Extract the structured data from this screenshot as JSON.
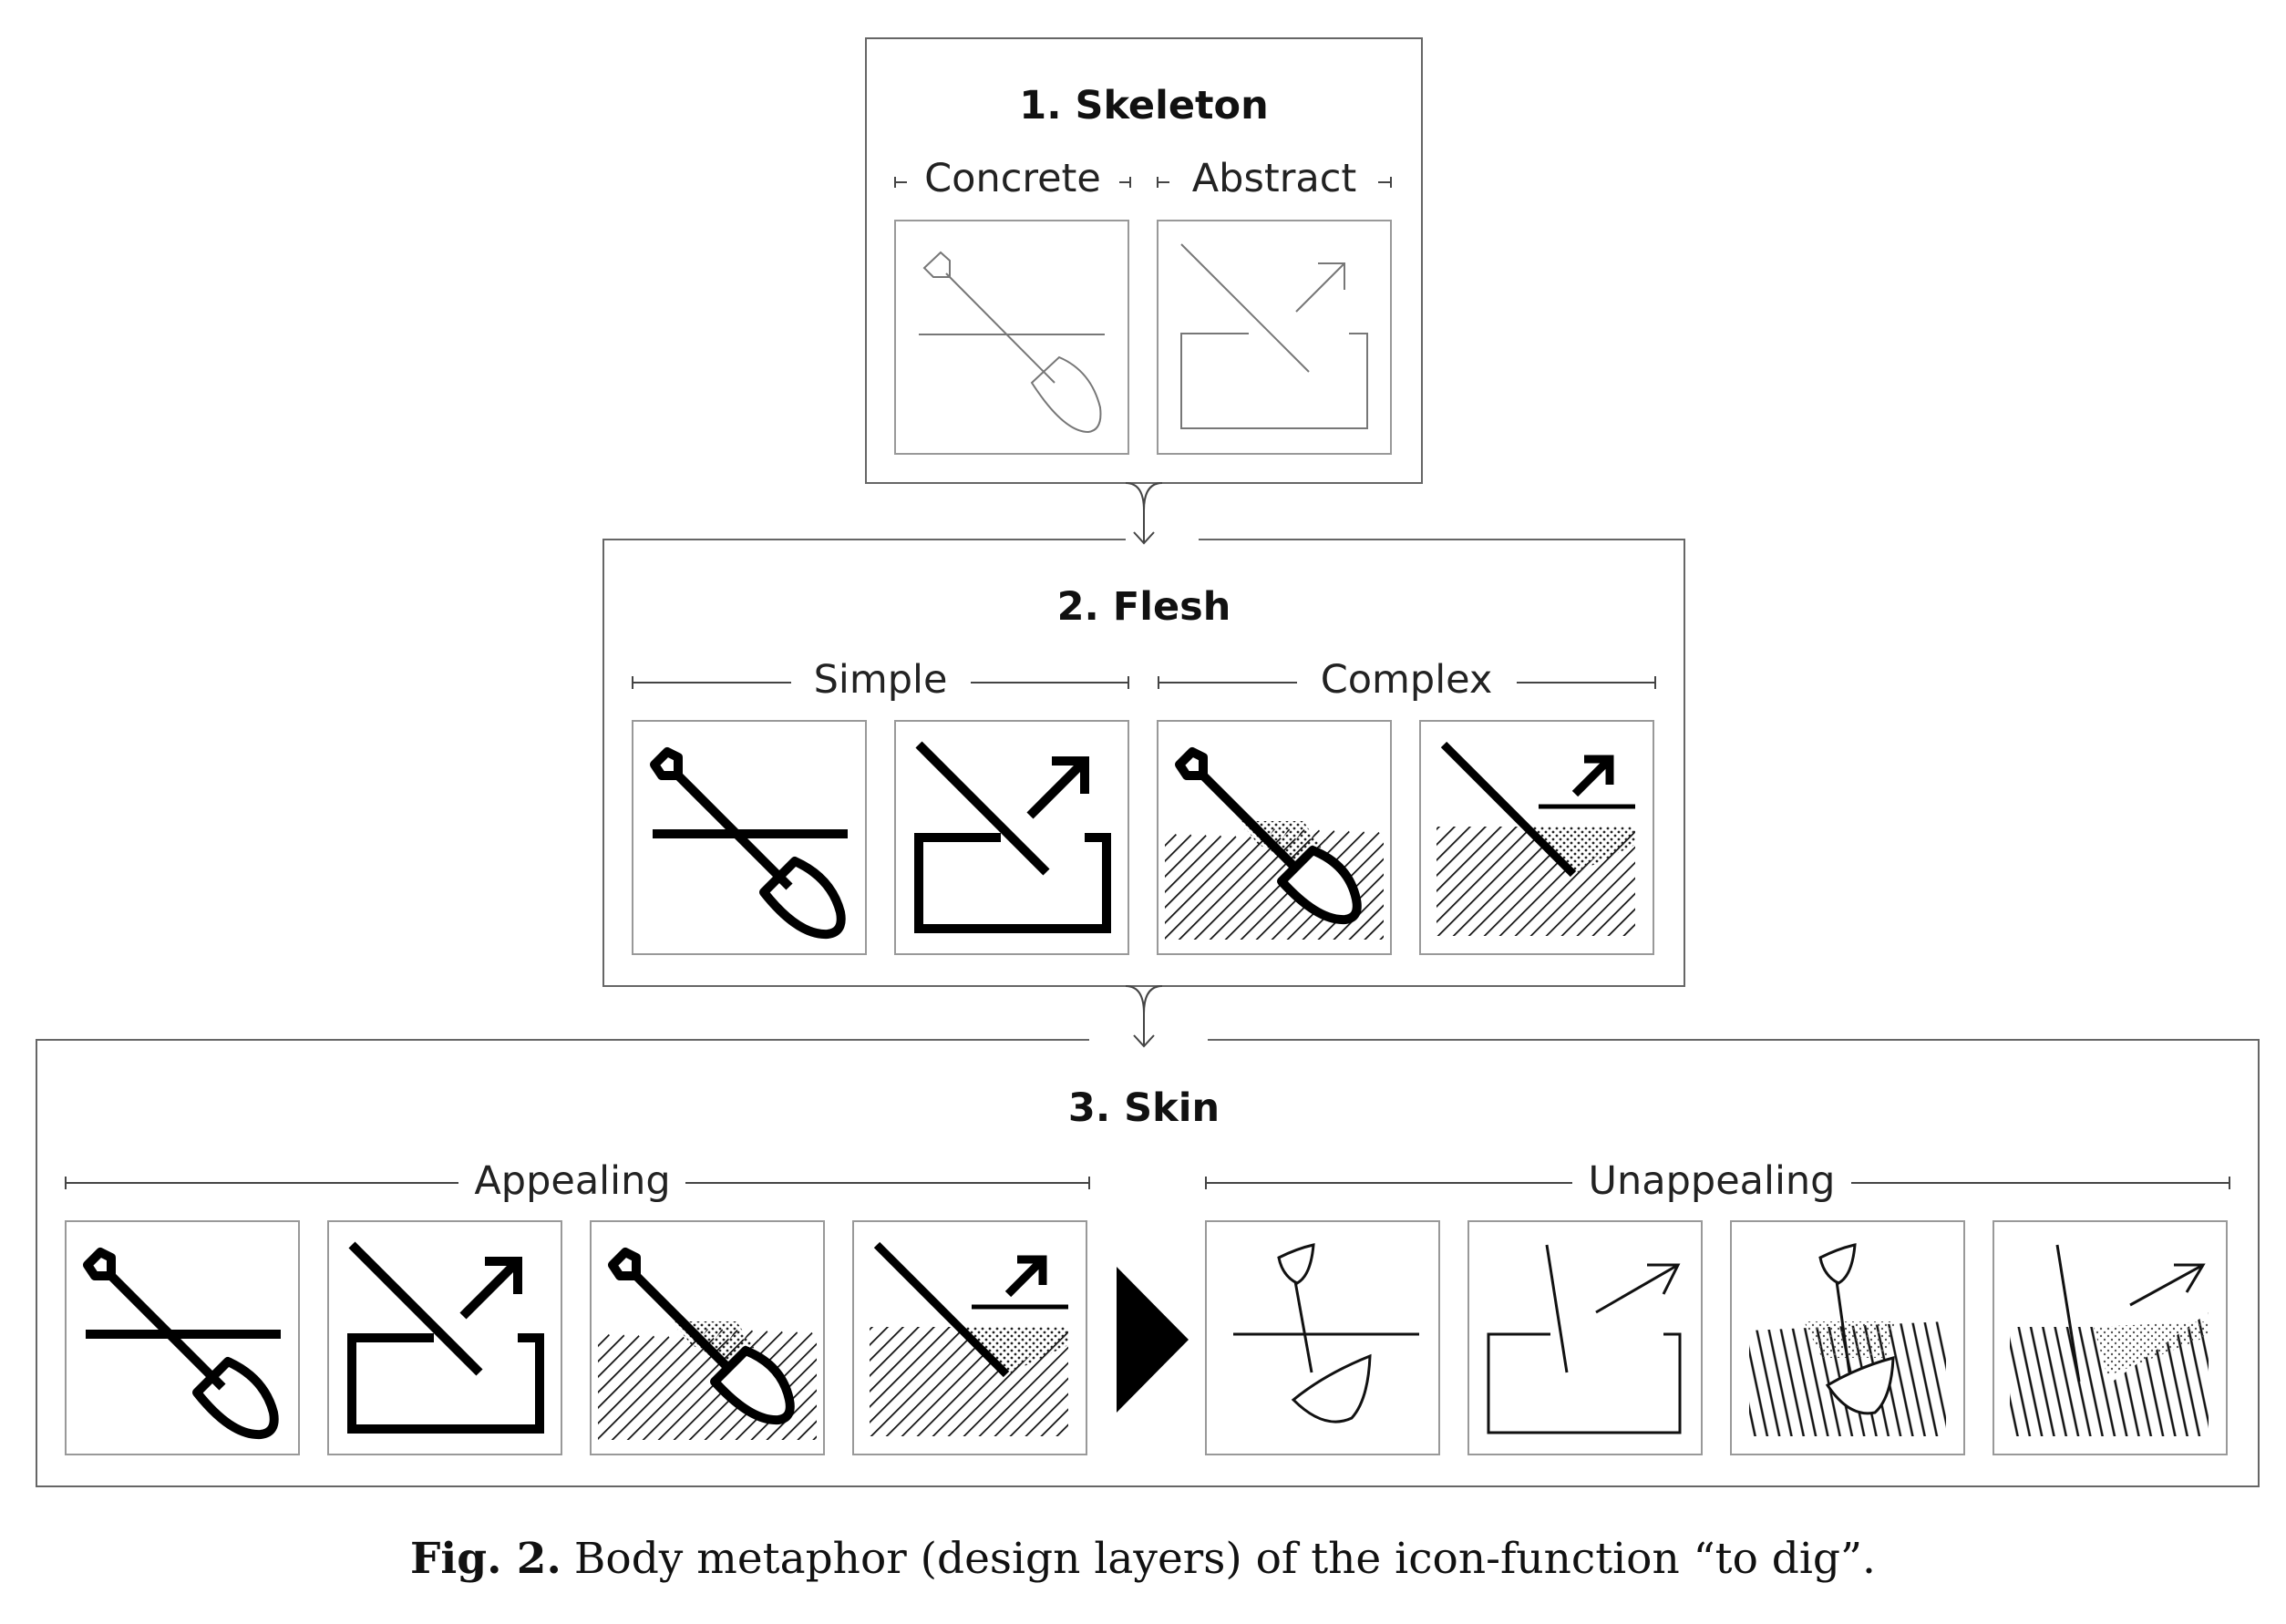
{
  "layers": {
    "skeleton": {
      "title": "1. Skeleton",
      "groups": [
        "Concrete",
        "Abstract"
      ],
      "icons": [
        "shovel-icon",
        "dig-arrow-icon"
      ]
    },
    "flesh": {
      "title": "2. Flesh",
      "groups": [
        "Simple",
        "Complex"
      ],
      "icons": [
        "shovel-icon",
        "dig-arrow-icon",
        "shovel-soil-icon",
        "dig-arrow-soil-icon"
      ]
    },
    "skin": {
      "title": "3. Skin",
      "groups": [
        "Appealing",
        "Unappealing"
      ],
      "icons": [
        "shovel-icon",
        "dig-arrow-icon",
        "shovel-soil-icon",
        "dig-arrow-soil-icon",
        "sketch-shovel-icon",
        "sketch-dig-arrow-icon",
        "sketch-shovel-soil-icon",
        "sketch-dig-arrow-soil-icon"
      ]
    }
  },
  "caption": {
    "label": "Fig. 2.",
    "text": "Body metaphor (design layers) of the icon-function “to dig”."
  },
  "colors": {
    "ink": "#111111",
    "frame": "#666666",
    "faint": "#777777"
  }
}
